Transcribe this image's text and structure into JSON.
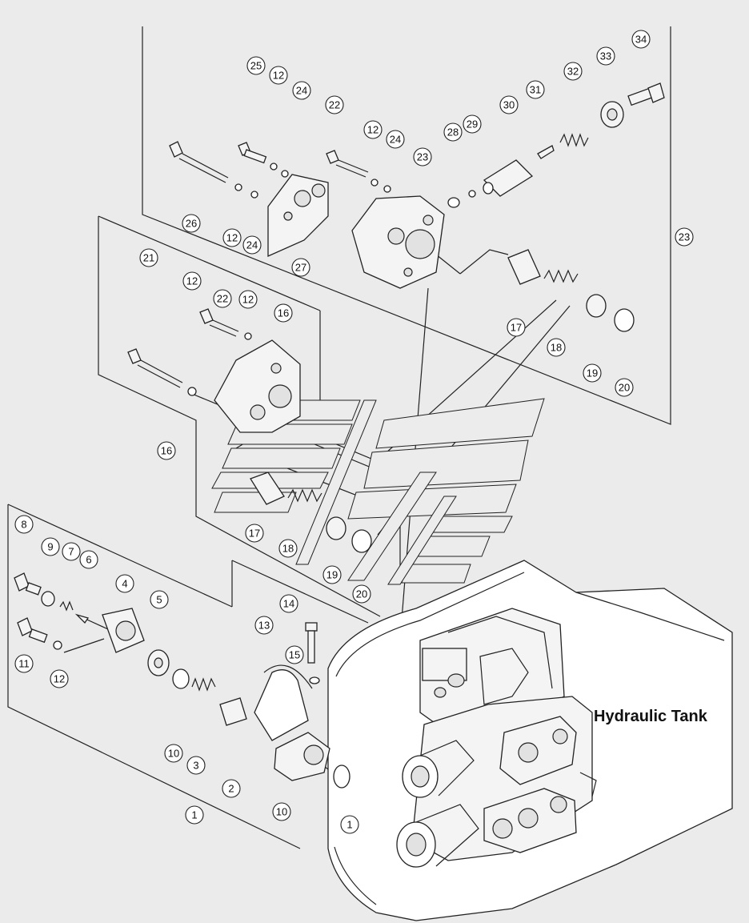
{
  "label": "Hydraulic Tank",
  "callouts": [
    "1",
    "2",
    "3",
    "4",
    "5",
    "6",
    "7",
    "8",
    "9",
    "10",
    "11",
    "12",
    "13",
    "14",
    "15",
    "16",
    "17",
    "18",
    "19",
    "20",
    "21",
    "22",
    "23",
    "24",
    "25",
    "26",
    "27",
    "28",
    "29",
    "30",
    "31",
    "32",
    "33",
    "34"
  ],
  "callout_instances": [
    {
      "n": "25"
    },
    {
      "n": "12"
    },
    {
      "n": "24"
    },
    {
      "n": "22"
    },
    {
      "n": "12"
    },
    {
      "n": "24"
    },
    {
      "n": "23"
    },
    {
      "n": "28"
    },
    {
      "n": "29"
    },
    {
      "n": "30"
    },
    {
      "n": "31"
    },
    {
      "n": "32"
    },
    {
      "n": "33"
    },
    {
      "n": "34"
    },
    {
      "n": "26"
    },
    {
      "n": "12"
    },
    {
      "n": "24"
    },
    {
      "n": "27"
    },
    {
      "n": "23"
    },
    {
      "n": "21"
    },
    {
      "n": "12"
    },
    {
      "n": "22"
    },
    {
      "n": "12"
    },
    {
      "n": "16"
    },
    {
      "n": "17"
    },
    {
      "n": "18"
    },
    {
      "n": "19"
    },
    {
      "n": "20"
    },
    {
      "n": "16"
    },
    {
      "n": "17"
    },
    {
      "n": "18"
    },
    {
      "n": "19"
    },
    {
      "n": "20"
    },
    {
      "n": "8"
    },
    {
      "n": "9"
    },
    {
      "n": "7"
    },
    {
      "n": "6"
    },
    {
      "n": "4"
    },
    {
      "n": "5"
    },
    {
      "n": "14"
    },
    {
      "n": "13"
    },
    {
      "n": "15"
    },
    {
      "n": "11"
    },
    {
      "n": "12"
    },
    {
      "n": "10"
    },
    {
      "n": "3"
    },
    {
      "n": "2"
    },
    {
      "n": "1"
    },
    {
      "n": "10"
    },
    {
      "n": "1"
    }
  ]
}
